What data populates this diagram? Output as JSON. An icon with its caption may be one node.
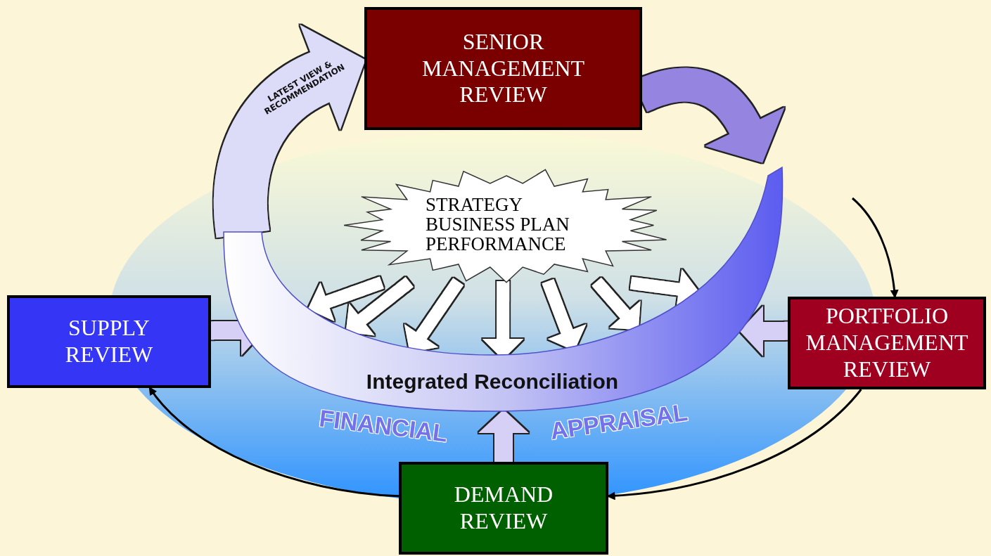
{
  "diagram": {
    "nodes": [
      {
        "text": [
          "SENIOR MANAGEMENT REVIEW"
        ]
      },
      {
        "text": [
          "PORTFOLIO MANAGEMENT REVIEW"
        ]
      },
      {
        "text": [
          "DEMAND REVIEW"
        ]
      },
      {
        "text": [
          "SUPPLY REVIEW"
        ]
      },
      {
        "text": [
          "STRATEGY BUSINESS PLAN PERFORMANCE"
        ]
      },
      {
        "text": [
          "Integrated Reconciliation"
        ]
      }
    ],
    "edges": [
      {
        "from": 5,
        "to": 0,
        "arrow": "to",
        "label": "LATEST VIEW & RECOMMENDATION",
        "color": "#dcdcf8"
      },
      {
        "from": 0,
        "to": 5,
        "arrow": "to",
        "color": "#9585e0"
      },
      {
        "from": null,
        "to": 1,
        "arrow": "to",
        "color": "#000000"
      },
      {
        "from": 1,
        "to": 2,
        "arrow": "to",
        "color": "#000000"
      },
      {
        "from": 2,
        "to": 3,
        "arrow": "to",
        "color": "#000000"
      },
      {
        "from": 3,
        "to": 5,
        "arrow": "to",
        "color": "#d6cff6"
      },
      {
        "from": 1,
        "to": 5,
        "arrow": "to",
        "color": "#d6cff6"
      },
      {
        "from": 2,
        "to": 5,
        "arrow": "to",
        "color": "#d6cff6"
      },
      {
        "from": 4,
        "to": 5,
        "arrow": "to"
      },
      {
        "from": 4,
        "to": 5,
        "arrow": "to"
      },
      {
        "from": 4,
        "to": 5,
        "arrow": "to"
      },
      {
        "from": 4,
        "to": 5,
        "arrow": "to"
      },
      {
        "from": 4,
        "to": 5,
        "arrow": "to"
      },
      {
        "from": 4,
        "to": 5,
        "arrow": "to"
      },
      {
        "from": 4,
        "to": 5,
        "arrow": "to"
      }
    ],
    "labels": [
      "FINANCIAL",
      "APPRAISAL"
    ]
  }
}
